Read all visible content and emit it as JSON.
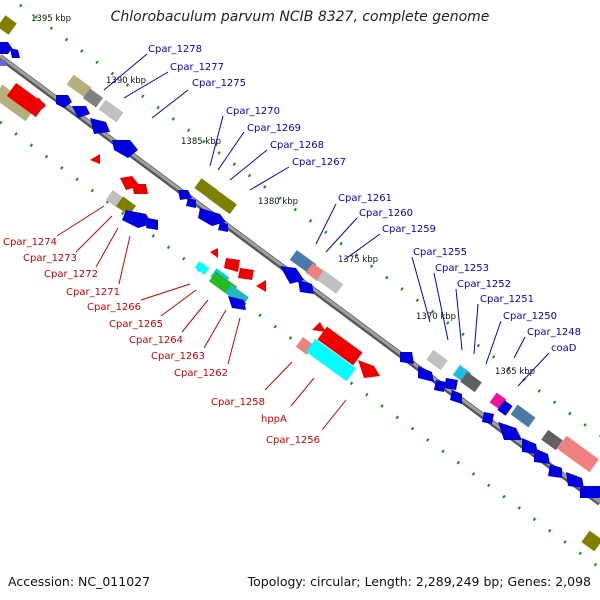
{
  "title": "Chlorobaculum parvum NCIB 8327, complete genome",
  "accession": "Accession: NC_011027",
  "summary": "Topology: circular; Length: 2,289,249 bp; Genes: 2,098",
  "colors": {
    "forward_label": "#0000cc",
    "reverse_label": "#cc0000",
    "backbone": "#808080",
    "tick": "#1a8a1a"
  },
  "scale_ticks": [
    "1395 kbp",
    "1390 kbp",
    "1385 kbp",
    "1380 kbp",
    "1375 kbp",
    "1370 kbp",
    "1365 kbp"
  ],
  "forward_labels": [
    "Cpar_1278",
    "Cpar_1277",
    "Cpar_1275",
    "Cpar_1270",
    "Cpar_1269",
    "Cpar_1268",
    "Cpar_1267",
    "Cpar_1261",
    "Cpar_1260",
    "Cpar_1259",
    "Cpar_1255",
    "Cpar_1253",
    "Cpar_1252",
    "Cpar_1251",
    "Cpar_1250",
    "Cpar_1248",
    "coaD"
  ],
  "reverse_labels": [
    "Cpar_1274",
    "Cpar_1273",
    "Cpar_1272",
    "Cpar_1271",
    "Cpar_1266",
    "Cpar_1265",
    "Cpar_1264",
    "Cpar_1263",
    "Cpar_1262",
    "Cpar_1258",
    "hppA",
    "Cpar_1256"
  ]
}
